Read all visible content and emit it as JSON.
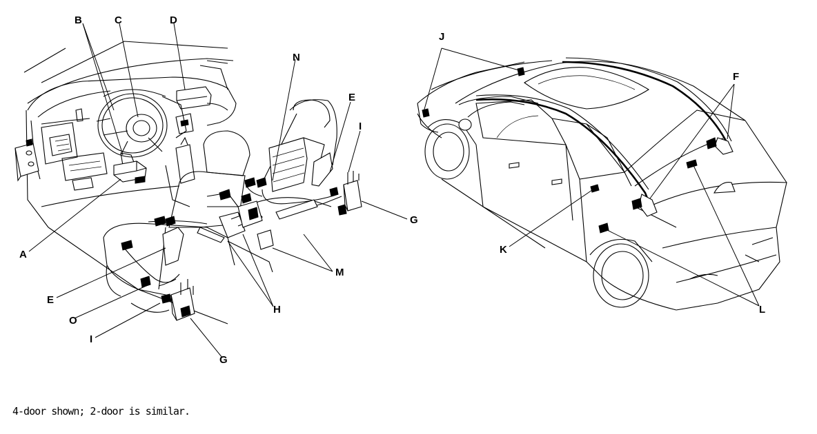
{
  "labels": {
    "A": "A",
    "B": "B",
    "C": "C",
    "D": "D",
    "E1": "E",
    "E2": "E",
    "F": "F",
    "G1": "G",
    "G2": "G",
    "H": "H",
    "I1": "I",
    "I2": "I",
    "J": "J",
    "K": "K",
    "L": "L",
    "M": "M",
    "N": "N",
    "O": "O"
  },
  "caption": "4-door shown; 2-door is similar."
}
